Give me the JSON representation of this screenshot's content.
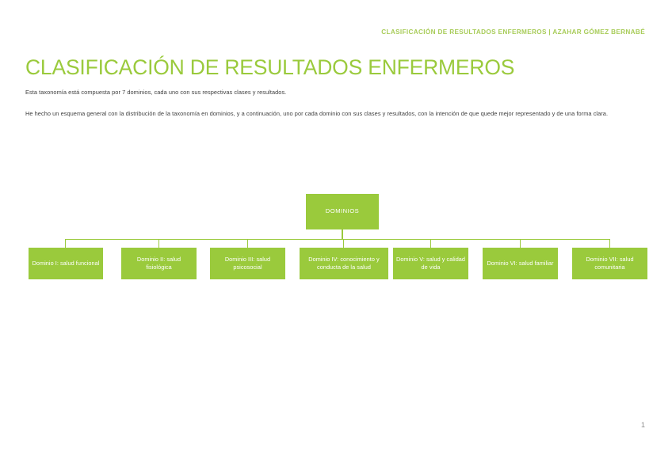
{
  "header": {
    "running_head": "CLASIFICACIÓN DE RESULTADOS ENFERMEROS | AZAHAR GÓMEZ BERNABÉ"
  },
  "title": "CLASIFICACIÓN DE RESULTADOS ENFERMEROS",
  "paragraphs": [
    "Esta taxonomía está compuesta por 7 dominios, cada uno con sus respectivas clases y resultados.",
    "He hecho un esquema general con la distribución de la taxonomía en dominios, y a continuación, uno por cada dominio con sus clases y resultados, con la intención de que quede mejor representado y de una forma clara."
  ],
  "diagram": {
    "root": "DOMINIOS",
    "nodes": [
      "Dominio I: salud funcional",
      "Dominio II: salud fisiológica",
      "Dominio III: salud psicosocial",
      "Dominio IV: conocimiento y conducta de la salud",
      "Dominio V: salud y calidad de vida",
      "Dominio VI: salud familiar",
      "Dominio VII: salud comunitaria"
    ]
  },
  "footer": {
    "page_number": "1"
  },
  "colors": {
    "accent_green": "#9ACA3C",
    "header_green": "#a8cc59",
    "body_text": "#3f3f3f",
    "folio_gray": "#8c8c8c",
    "background": "#ffffff"
  }
}
